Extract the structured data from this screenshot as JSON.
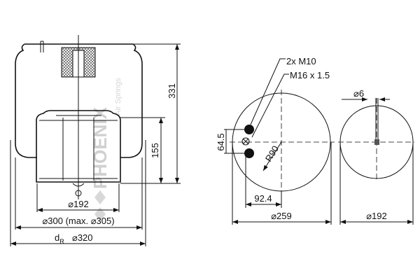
{
  "watermark": {
    "brand": "PHOENIX",
    "tagline": "Air Springs"
  },
  "side_view": {
    "height_total": "331",
    "height_piston": "155",
    "piston_diameter": "⌀192",
    "bellows_diameter": "⌀300 (max. ⌀305)",
    "dr_label": "d",
    "dr_sub": "R",
    "dr_diameter": "⌀320"
  },
  "top_view": {
    "bolt_label": "2x M10",
    "port_label": "M16 x 1.5",
    "bolt_spacing": "64.5",
    "radius": "R90",
    "offset": "92.4",
    "diameter": "⌀259"
  },
  "bottom_view": {
    "pin_diameter": "⌀6",
    "diameter": "⌀192"
  }
}
